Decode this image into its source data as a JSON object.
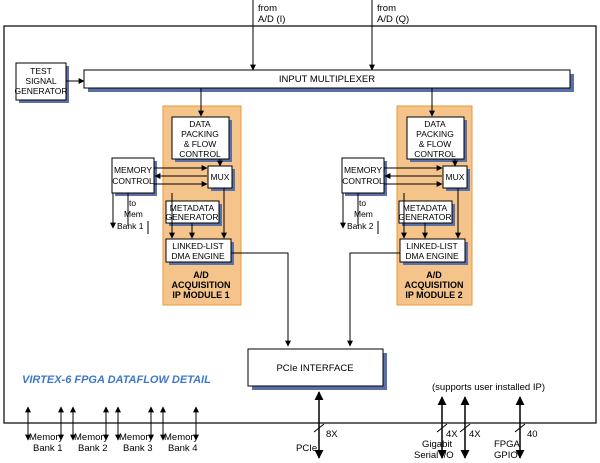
{
  "inputs": {
    "ad_i": [
      "from",
      "A/D (I)"
    ],
    "ad_q": [
      "from",
      "A/D (Q)"
    ]
  },
  "blocks": {
    "test_signal_generator": [
      "TEST",
      "SIGNAL",
      "GENERATOR"
    ],
    "input_multiplexer": "INPUT MULTIPLEXER",
    "pcie_interface": "PCIe INTERFACE"
  },
  "modules": [
    {
      "packing": [
        "DATA",
        "PACKING",
        "& FLOW",
        "CONTROL"
      ],
      "memory_control": [
        "MEMORY",
        "CONTROL"
      ],
      "mux": "MUX",
      "metadata": [
        "METADATA",
        "GENERATOR"
      ],
      "linked_list": [
        "LINKED-LIST",
        "DMA ENGINE"
      ],
      "mem_bank": [
        "to",
        "Mem",
        "Bank 1"
      ],
      "label": [
        "A/D",
        "ACQUISITION",
        "IP MODULE 1"
      ]
    },
    {
      "packing": [
        "DATA",
        "PACKING",
        "& FLOW",
        "CONTROL"
      ],
      "memory_control": [
        "MEMORY",
        "CONTROL"
      ],
      "mux": "MUX",
      "metadata": [
        "METADATA",
        "GENERATOR"
      ],
      "linked_list": [
        "LINKED-LIST",
        "DMA ENGINE"
      ],
      "mem_bank": [
        "to",
        "Mem",
        "Bank 2"
      ],
      "label": [
        "A/D",
        "ACQUISITION",
        "IP MODULE 2"
      ]
    }
  ],
  "diagram_title": "VIRTEX-6 FPGA DATAFLOW DETAIL",
  "memory_banks": [
    [
      "Memory",
      "Bank 1"
    ],
    [
      "Memory",
      "Bank 2"
    ],
    [
      "Memory",
      "Bank 3"
    ],
    [
      "Memory",
      "Bank 4"
    ]
  ],
  "io": {
    "pcie_label": "PCIe",
    "pcie_lanes": "8X",
    "user_ip_note": "(supports user installed IP)",
    "gigabit_label": [
      "Gigabit",
      "Serial I/O"
    ],
    "gigabit_lanes_a": "4X",
    "gigabit_lanes_b": "4X",
    "fpga_gpio_label": [
      "FPGA",
      "GPIO"
    ],
    "gpio_lanes": "40"
  },
  "colors": {
    "module_fill": "#f5c48b",
    "module_border": "#e59a3a",
    "shadow": "#5a70a6",
    "title": "#3f78c9"
  }
}
